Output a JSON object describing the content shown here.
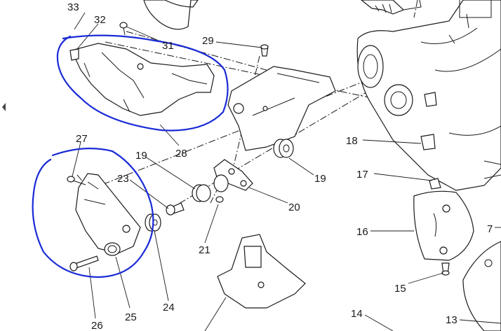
{
  "labels": {
    "l33": "33",
    "l32": "32",
    "l31": "31",
    "l29": "29",
    "l28": "28",
    "l27": "27",
    "l19a": "19",
    "l19b": "19",
    "l23": "23",
    "l18": "18",
    "l17": "17",
    "l16": "16",
    "l7": "7",
    "l20": "20",
    "l21": "21",
    "l24": "24",
    "l25": "25",
    "l26": "26",
    "l15": "15",
    "l14": "14",
    "l13": "13"
  },
  "annotation_color": "#1a2bd6"
}
